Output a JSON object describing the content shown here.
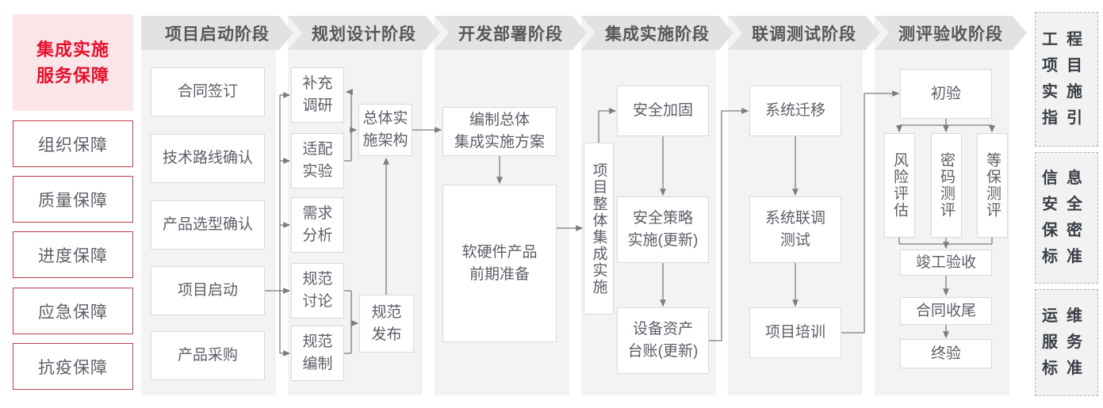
{
  "colors": {
    "accent_red": "#e5102c",
    "sidebar_border_red": "#c23b4e",
    "sidebar_pink_bg": "#fbe5e8",
    "panel_bg": "#f3f3f3",
    "header_band_bg": "#e2e2e2",
    "header_text": "#575757",
    "node_border": "#d9d9d9",
    "node_text": "#5b5f66",
    "connector": "#7d7d7d"
  },
  "sidebar": {
    "title": "集成实施\n服务保障",
    "items": [
      "组织保障",
      "质量保障",
      "进度保障",
      "应急保障",
      "抗疫保障"
    ]
  },
  "phases": [
    {
      "label": "项目启动阶段",
      "boxes": [
        "合同签订",
        "技术路线确认",
        "产品选型确认",
        "项目启动",
        "产品采购"
      ]
    },
    {
      "label": "规划设计阶段",
      "boxes": [
        "补充\n调研",
        "适配\n实验",
        "需求\n分析",
        "规范\n讨论",
        "规范\n编制",
        "总体实\n施架构",
        "规范\n发布"
      ]
    },
    {
      "label": "开发部署阶段",
      "boxes": [
        "编制总体\n集成实施方案",
        "软硬件产品\n前期准备"
      ]
    },
    {
      "label": "集成实施阶段",
      "boxes": [
        "项目整体集成实施",
        "安全加固",
        "安全策略\n实施(更新)",
        "设备资产\n台账(更新)"
      ]
    },
    {
      "label": "联调测试阶段",
      "boxes": [
        "系统迁移",
        "系统联调\n测试",
        "项目培训"
      ]
    },
    {
      "label": "测评验收阶段",
      "boxes": [
        "初验",
        "风险评估",
        "密码测评",
        "等保测评",
        "竣工验收",
        "合同收尾",
        "终验"
      ]
    }
  ],
  "standards": [
    "工程\n项目\n实施\n指引",
    "信息\n安全\n保密\n标准",
    "运维\n服务\n标准"
  ]
}
